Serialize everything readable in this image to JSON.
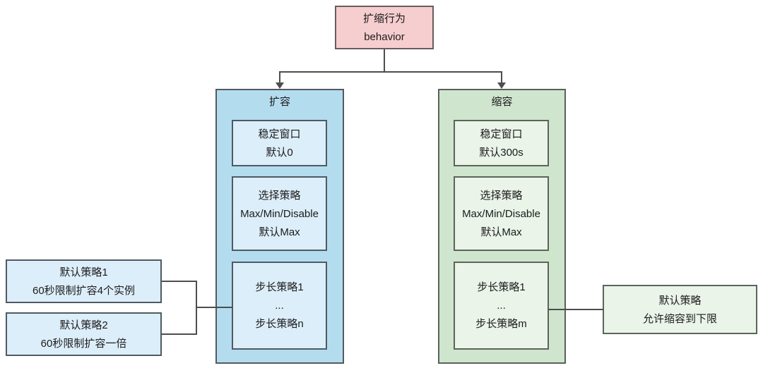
{
  "diagram": {
    "root": {
      "line1": "扩缩行为",
      "line2": "behavior",
      "color": "#f6ced0"
    },
    "branches": [
      {
        "name": "scale-up",
        "title": "扩容",
        "color": "#b4dcef",
        "inner_color": "#ddeefb",
        "nodes": [
          {
            "name": "stabilization-window",
            "line1": "稳定窗口",
            "line2": "默认0"
          },
          {
            "name": "select-policy",
            "line1": "选择策略",
            "line2": "Max/Min/Disable",
            "line3": "默认Max"
          },
          {
            "name": "step-policies",
            "line1": "步长策略1",
            "line2": "...",
            "line3": "步长策略n"
          }
        ]
      },
      {
        "name": "scale-down",
        "title": "缩容",
        "color": "#cfe5ce",
        "inner_color": "#eaf4e9",
        "nodes": [
          {
            "name": "stabilization-window",
            "line1": "稳定窗口",
            "line2": "默认300s"
          },
          {
            "name": "select-policy",
            "line1": "选择策略",
            "line2": "Max/Min/Disable",
            "line3": "默认Max"
          },
          {
            "name": "step-policies",
            "line1": "步长策略1",
            "line2": "...",
            "line3": "步长策略m"
          }
        ]
      }
    ],
    "side_notes": {
      "scale_up_defaults": [
        {
          "name": "default-policy-1",
          "line1": "默认策略1",
          "line2": "60秒限制扩容4个实例"
        },
        {
          "name": "default-policy-2",
          "line1": "默认策略2",
          "line2": "60秒限制扩容一倍"
        }
      ],
      "scale_down_default": {
        "name": "default-policy",
        "line1": "默认策略",
        "line2": "允许缩容到下限"
      }
    }
  }
}
